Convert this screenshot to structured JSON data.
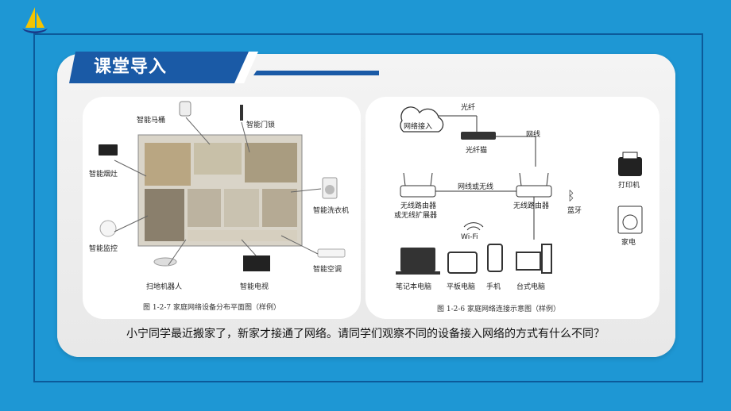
{
  "header": {
    "title": "课堂导入"
  },
  "left_figure": {
    "labels": {
      "toilet": "智能马桶",
      "door_lock": "智能门锁",
      "range_hood": "智能烟灶",
      "washer": "智能洗衣机",
      "camera": "智能监控",
      "air_conditioner": "智能空调",
      "robot_vacuum": "扫地机器人",
      "tv": "智能电视"
    },
    "caption": "图 1-2-7   家庭网络设备分布平面图（样例）"
  },
  "right_figure": {
    "labels": {
      "internet": "网络接入",
      "fiber": "光纤",
      "modem": "光纤猫",
      "cable": "网线",
      "wired_or_wireless": "网线或无线",
      "wireless_router_ext": "无线路由器",
      "wireless_router_ext2": "或无线扩展器",
      "wireless_router": "无线路由器",
      "bluetooth": "蓝牙",
      "printer": "打印机",
      "appliance": "家电",
      "wifi": "Wi-Fi",
      "laptop": "笔记本电脑",
      "tablet": "平板电脑",
      "phone": "手机",
      "desktop": "台式电脑"
    },
    "caption": "图 1-2-6   家庭网络连接示意图（样例）"
  },
  "question": "小宁同学最近搬家了，新家才接通了网络。请同学们观察不同的设备接入网络的方式有什么不同？",
  "colors": {
    "background": "#1e97d4",
    "banner": "#1a5aa6",
    "frame": "#0c5a9a"
  }
}
